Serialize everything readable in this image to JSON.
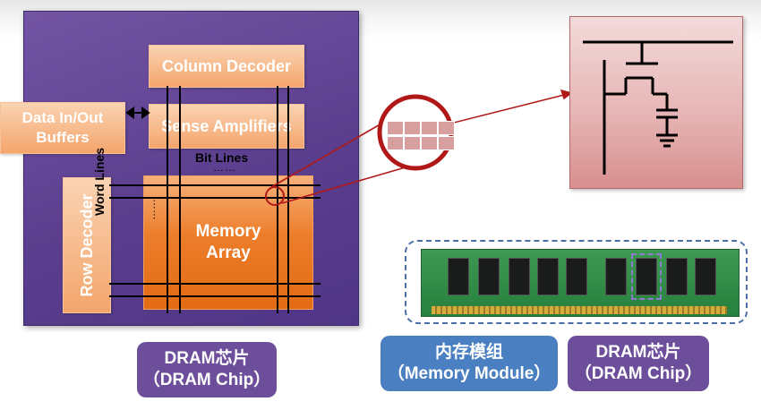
{
  "labels": {
    "column_decoder": "Column Decoder",
    "sense_amplifiers": "Sense Amplifiers",
    "data_buffers_line1": "Data In/Out",
    "data_buffers_line2": "Buffers",
    "bit_lines": "Bit Lines",
    "bit_dots": "……",
    "word_lines": "Word Lines",
    "word_dots": "……",
    "row_decoder": "Row Decoder",
    "memory_array_line1": "Memory",
    "memory_array_line2": "Array"
  },
  "captions": {
    "chip_left_line1": "DRAM芯片",
    "chip_left_line2": "（DRAM Chip）",
    "module_line1": "内存模组",
    "module_line2": "（Memory Module）",
    "chip_right_line1": "DRAM芯片",
    "chip_right_line2": "（DRAM Chip）"
  },
  "colors": {
    "chip_panel": "#5b3f8e",
    "block_orange": "#f4a56c",
    "memory_array": "#e36b14",
    "caption_purple": "#6d4e9b",
    "caption_blue": "#4a7fc1",
    "highlight_red": "#b01818",
    "cell_pink": "#e7b6b6",
    "pcb_green": "#2e8a45"
  }
}
